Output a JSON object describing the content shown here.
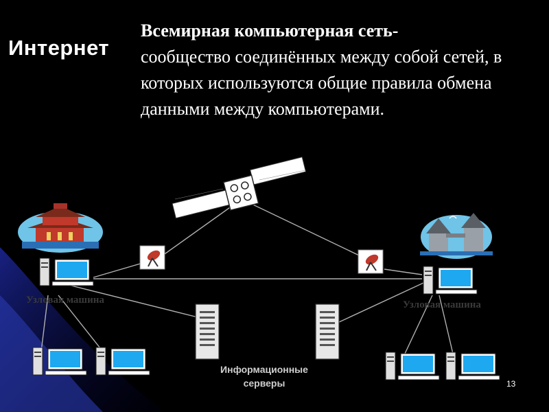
{
  "slide": {
    "title": "Интернет",
    "definition_term": "Всемирная компьютерная сеть-",
    "definition_text": "сообщество соединённых между собой сетей, в которых используются общие правила обмена данными между компьютерами.",
    "page_number": "13"
  },
  "diagram": {
    "node_left_label": "Узловая машина",
    "node_right_label": "Узловая машина",
    "servers_label_line1": "Информационные",
    "servers_label_line2": "серверы"
  },
  "colors": {
    "background": "#000000",
    "swoosh": "#1f2a8a",
    "monitor_screen": "#1ea8f0",
    "case": "#d9d9d9",
    "link": "#b0b0b0"
  }
}
